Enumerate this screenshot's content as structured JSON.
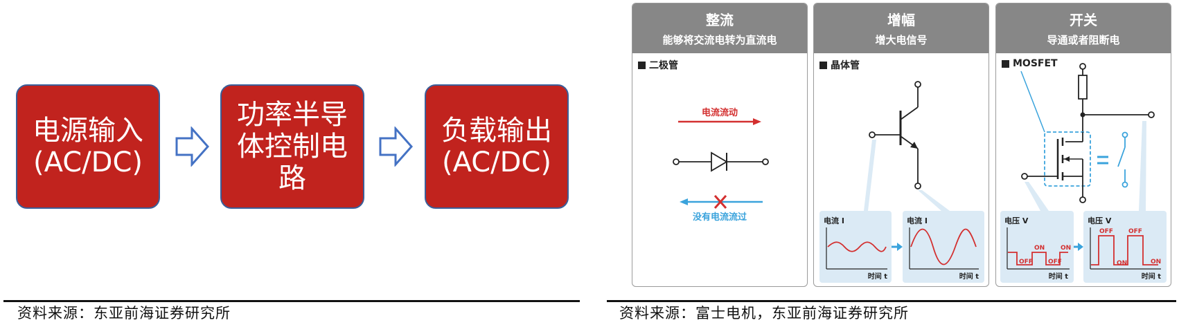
{
  "flow": {
    "box1": {
      "line1": "电源输入",
      "line2": "(AC/DC)"
    },
    "box2": {
      "line1": "功率半导",
      "line2": "体控制电",
      "line3": "路"
    },
    "box3": {
      "line1": "负载输出",
      "line2": "(AC/DC)"
    }
  },
  "left_source": "资料来源：东亚前海证券研究所",
  "right_source": "资料来源：富士电机，东亚前海证券研究所",
  "panels": [
    {
      "title": "整流",
      "subtitle": "能够将交流电转为直流电",
      "component": "二极管",
      "current_label": "电流流动",
      "no_current_label": "没有电流流过"
    },
    {
      "title": "增幅",
      "subtitle": "增大电信号",
      "component": "晶体管",
      "graph_y_label": "电流 I",
      "graph_x_label": "时间 t"
    },
    {
      "title": "开关",
      "subtitle": "导通或者阻断电",
      "component": "MOSFET",
      "graph_y_label": "电压 V",
      "graph_x_label": "时间 t",
      "on_label": "ON",
      "off_label": "OFF"
    }
  ],
  "colors": {
    "box_red": "#c1231e",
    "box_border": "#3a5f9a",
    "arrow_blue": "#4472c4",
    "header_gray": "#878787",
    "graph_bg": "#dbeaf5",
    "accent_cyan": "#3aa3dc",
    "signal_red": "#d32f2f"
  }
}
